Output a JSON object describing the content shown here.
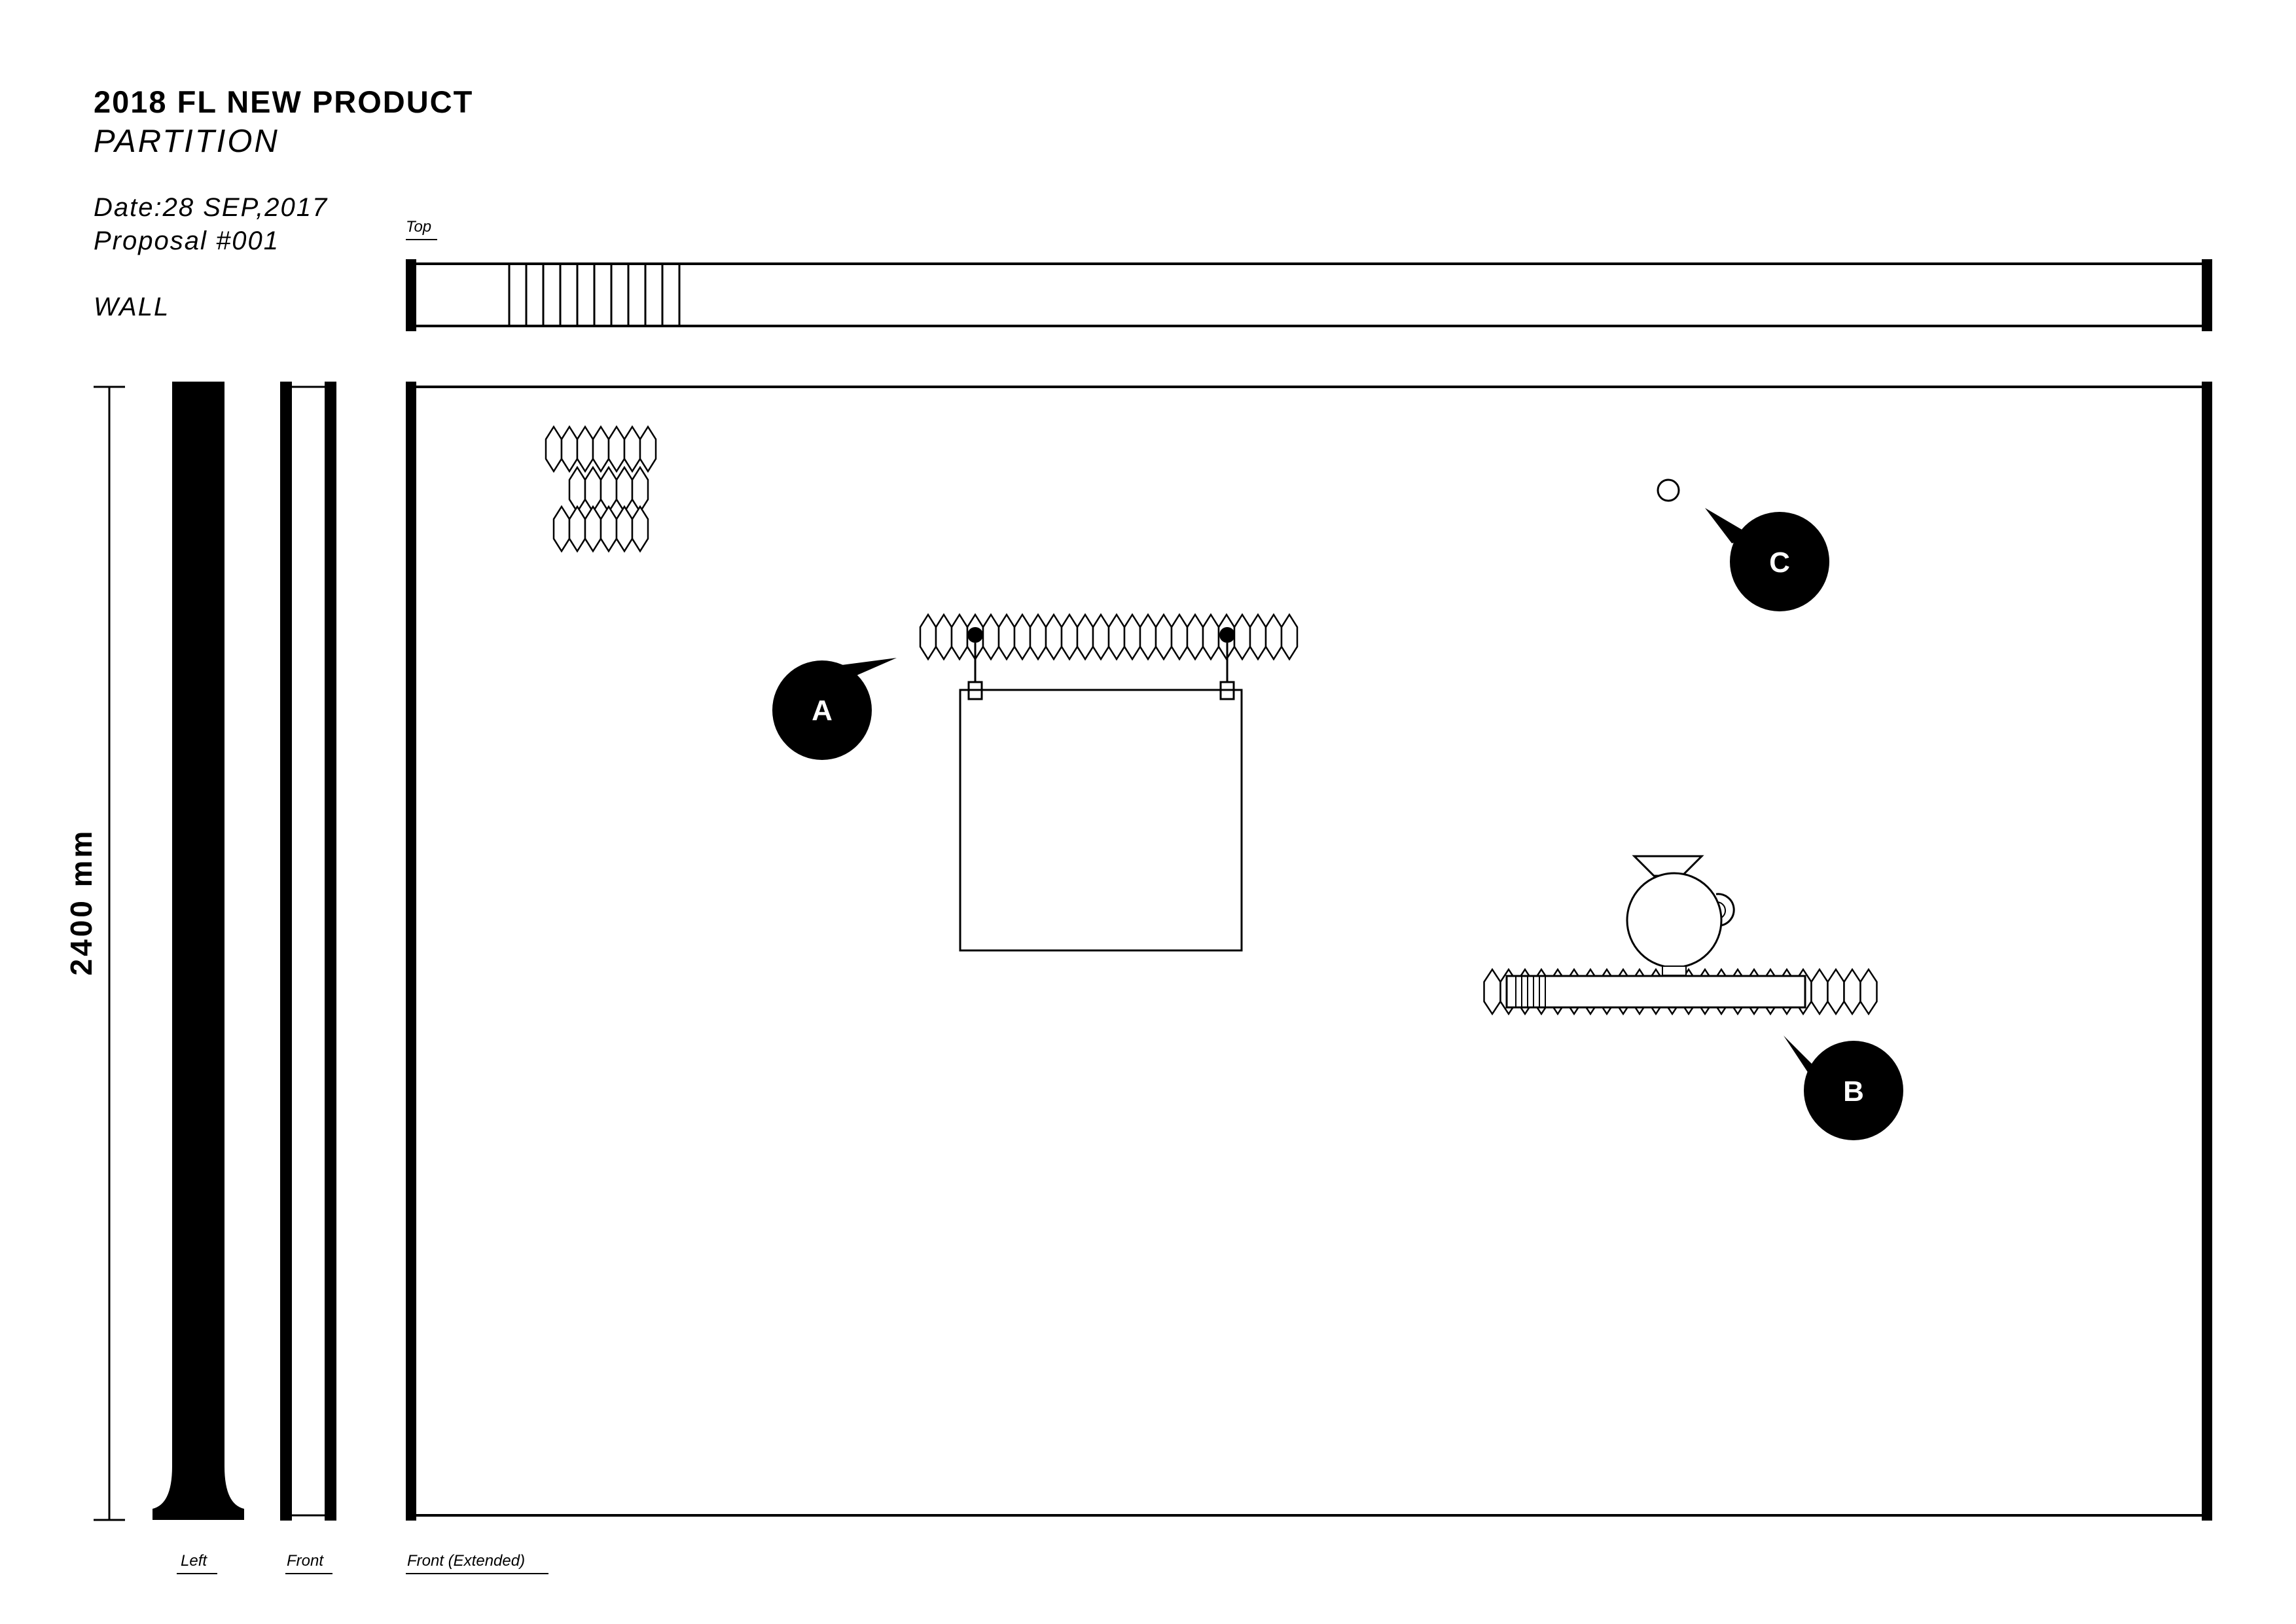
{
  "header": {
    "title": "2018 FL NEW PRODUCT",
    "subtitle": "PARTITION",
    "date": "Date:28 SEP,2017",
    "proposal": "Proposal #001",
    "section": "WALL"
  },
  "views": {
    "top": "Top",
    "left": "Left",
    "front": "Front",
    "front_extended": "Front (Extended)"
  },
  "dimension": {
    "height": "2400 mm"
  },
  "callouts": {
    "a": "A",
    "b": "B",
    "c": "C"
  }
}
